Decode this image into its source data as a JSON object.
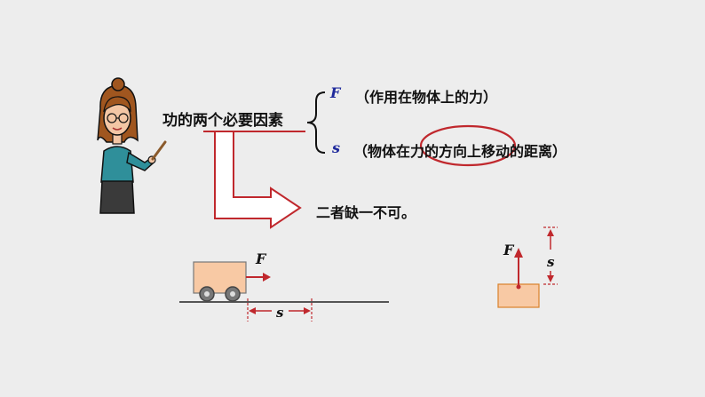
{
  "title": "功的两个必要因素",
  "factor_force": {
    "symbol": "F",
    "description": "（作用在物体上的力）"
  },
  "factor_distance": {
    "symbol": "s",
    "description": "（物体在力的方向上移动的距离）"
  },
  "conclusion": "二者缺一不可。",
  "cart_diagram": {
    "force_label": "F",
    "distance_label": "s"
  },
  "box_diagram": {
    "force_label": "F",
    "distance_label": "s"
  },
  "colors": {
    "symbol": "#1f2a9c",
    "emphasis": "#c0282d",
    "box_fill": "#f8c9a4",
    "box_stroke": "#d9822b"
  }
}
